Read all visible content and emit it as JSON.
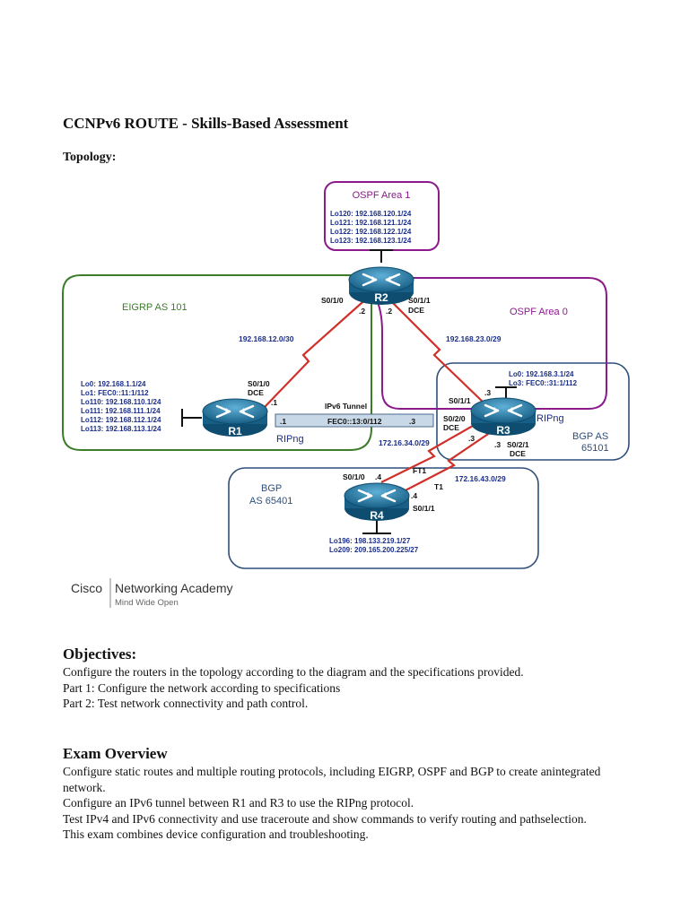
{
  "doc": {
    "title": "CCNPv6 ROUTE - Skills-Based Assessment",
    "topology_label": "Topology:"
  },
  "diagram": {
    "areas": {
      "ospf_area1": "OSPF Area 1",
      "eigrp": "EIGRP AS 101",
      "ospf_area0": "OSPF Area 0",
      "bgp_as_line1": "BGP AS",
      "bgp_as_line2": "65101",
      "bgp_r4_line1": "BGP",
      "bgp_r4_line2": "AS 65401"
    },
    "loopbacks_r2": [
      "Lo120: 192.168.120.1/24",
      "Lo121: 192.168.121.1/24",
      "Lo122: 192.168.122.1/24",
      "Lo123: 192.168.123.1/24"
    ],
    "loopbacks_r1": [
      "Lo0: 192.168.1.1/24",
      "Lo1: FEC0::11:1/112",
      "Lo110: 192.168.110.1/24",
      "Lo111: 192.168.111.1/24",
      "Lo112: 192.168.112.1/24",
      "Lo113: 192.168.113.1/24"
    ],
    "loopbacks_r3": [
      "Lo0: 192.168.3.1/24",
      "Lo3: FEC0::31:1/112"
    ],
    "loopbacks_r4": [
      "Lo196: 198.133.219.1/27",
      "Lo209: 209.165.200.225/27"
    ],
    "routers": {
      "r1": "R1",
      "r2": "R2",
      "r3": "R3",
      "r4": "R4"
    },
    "labels": {
      "r2_s010": "S0/1/0",
      "r2_s011": "S0/1/1",
      "r2_dce": "DCE",
      "r2_left_ip": ".2",
      "r2_right_ip": ".2",
      "net_12": "192.168.12.0/30",
      "net_23": "192.168.23.0/29",
      "r1_s010": "S0/1/0",
      "r1_dce": "DCE",
      "r1_ip": ".1",
      "r1_tunnel_ip": ".1",
      "tunnel": "IPv6 Tunnel",
      "tunnel_net": "FEC0::13:0/112",
      "r3_tunnel_ip": ".3",
      "ripng_r1": "RIPng",
      "ripng_r3": "RIPng",
      "r3_s011": "S0/1/1",
      "r3_ip_top": ".3",
      "r3_s020": "S0/2/0",
      "r3_dce_left": "DCE",
      "net_34": "172.16.34.0/29",
      "r3_s020_ip": ".3",
      "r3_s021_ip": ".3",
      "r3_s021": "S0/2/1",
      "r3_dce_right": "DCE",
      "ft1": "FT1",
      "t1": "T1",
      "net_43": "172.16.43.0/29",
      "r4_s010": "S0/1/0",
      "r4_ip_left": ".4",
      "r4_ip_right": ".4",
      "r4_s011": "S0/1/1"
    },
    "logo": {
      "brand": "Cisco",
      "name": "Networking Academy",
      "tagline": "Mind Wide Open"
    }
  },
  "objectives": {
    "heading": "Objectives:",
    "lines": [
      "Configure the routers in the topology according to the diagram and the specifications provided.",
      "Part 1: Configure the network according to specifications",
      "Part 2: Test network connectivity and path control."
    ]
  },
  "overview": {
    "heading": "Exam Overview",
    "lines": [
      "Configure static routes and multiple routing protocols, including EIGRP, OSPF and BGP to create anintegrated network.",
      "Configure an IPv6 tunnel between R1 and R3 to use the RIPng protocol.",
      "Test IPv4 and IPv6 connectivity and use traceroute and show commands to verify routing and pathselection. This exam combines device configuration and troubleshooting."
    ]
  },
  "colors": {
    "ospf": "#8b1a8b",
    "eigrp": "#3c7d2a",
    "bgp": "#2f4f7a",
    "link": "#d0302a",
    "label_blue": "#1a2e8a",
    "router": "#1f6f99"
  }
}
